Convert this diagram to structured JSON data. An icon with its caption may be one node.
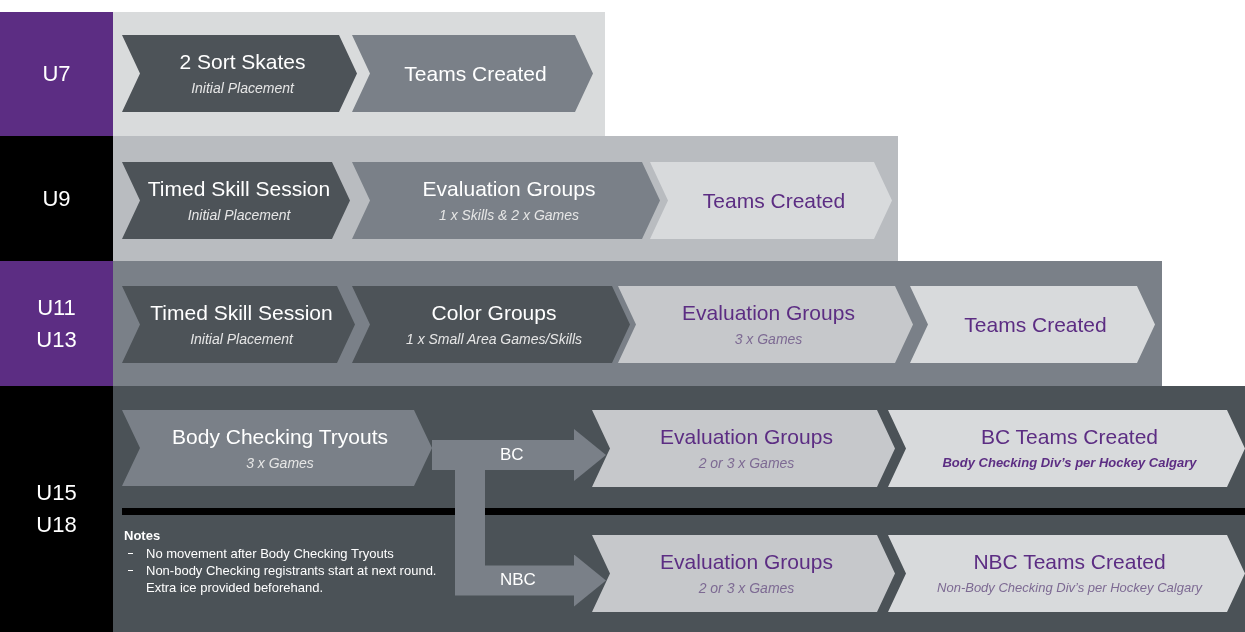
{
  "diagram": {
    "nodes": [
      {
        "text": [
          "U7"
        ]
      },
      {
        "text": [
          "2 Sort Skates",
          "Initial Placement"
        ],
        "in": 0
      },
      {
        "text": [
          "Teams Created"
        ],
        "in": 0
      },
      {
        "text": [
          "U9"
        ]
      },
      {
        "text": [
          "Timed Skill Session",
          "Initial Placement"
        ],
        "in": 3
      },
      {
        "text": [
          "Evaluation Groups",
          "1 x Skills & 2 x Games"
        ],
        "in": 3
      },
      {
        "text": [
          "Teams Created"
        ],
        "in": 3
      },
      {
        "text": [
          "U11 U13"
        ]
      },
      {
        "text": [
          "Timed Skill Session",
          "Initial Placement"
        ],
        "in": 7
      },
      {
        "text": [
          "Color Groups",
          "1 x Small Area Games/Skills"
        ],
        "in": 7
      },
      {
        "text": [
          "Evaluation Groups",
          "3 x Games"
        ],
        "in": 7
      },
      {
        "text": [
          "Teams Created"
        ],
        "in": 7
      },
      {
        "text": [
          "U15 U18"
        ]
      },
      {
        "text": [
          "Body Checking Tryouts",
          "3 x Games"
        ],
        "in": 12
      },
      {
        "text": [
          "Evaluation Groups",
          "2 or 3 x Games"
        ],
        "in": 12
      },
      {
        "text": [
          "BC Teams Created",
          "Body Checking Div’s per Hockey Calgary"
        ],
        "in": 12
      },
      {
        "text": [
          "Evaluation Groups",
          "2 or 3 x Games"
        ],
        "in": 12
      },
      {
        "text": [
          "NBC Teams Created",
          "Non-Body Checking Div’s per Hockey Calgary"
        ],
        "in": 12
      }
    ],
    "edges": [
      {
        "from": 13,
        "to": 14,
        "arrow": "to",
        "label": "BC"
      },
      {
        "from": 13,
        "to": 16,
        "arrow": "to",
        "label": "NBC"
      }
    ],
    "labels": [
      "Notes",
      "No movement after Body Checking Tryouts",
      "Non-body Checking registrants start at next round. Extra ice provided beforehand."
    ]
  }
}
